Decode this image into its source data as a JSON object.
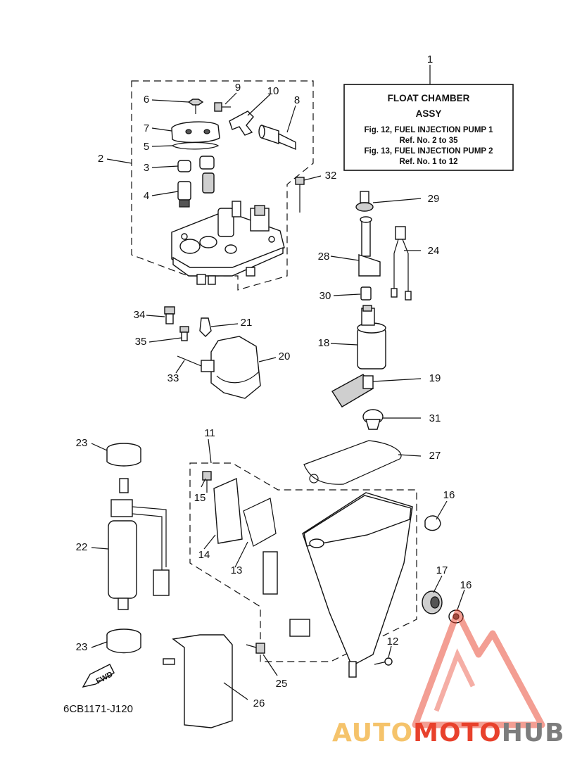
{
  "info_box": {
    "title": "FLOAT CHAMBER",
    "subtitle": "ASSY",
    "line1": "Fig. 12, FUEL INJECTION PUMP 1",
    "line2": "Ref. No. 2 to 35",
    "line3": "Fig. 13, FUEL INJECTION PUMP 2",
    "line4": "Ref. No. 1 to 12"
  },
  "callouts": {
    "c1": "1",
    "c2": "2",
    "c3": "3",
    "c4": "4",
    "c5": "5",
    "c6": "6",
    "c7": "7",
    "c8": "8",
    "c9": "9",
    "c10": "10",
    "c11": "11",
    "c12": "12",
    "c13": "13",
    "c14": "14",
    "c15": "15",
    "c16a": "16",
    "c16b": "16",
    "c17": "17",
    "c18": "18",
    "c19": "19",
    "c20": "20",
    "c21": "21",
    "c22": "22",
    "c23a": "23",
    "c23b": "23",
    "c24": "24",
    "c25": "25",
    "c26": "26",
    "c27": "27",
    "c28": "28",
    "c29": "29",
    "c30": "30",
    "c31": "31",
    "c32": "32",
    "c33": "33",
    "c34": "34",
    "c35": "35"
  },
  "fwd_label": "FWD",
  "diagram_code": "6CB1171-J120",
  "watermark": {
    "text_part1": "AUTO",
    "text_part2": "MOTO",
    "text_part3": "HUB",
    "color_light": "#f5c36b",
    "color_red": "#e8412c",
    "color_gray": "#7d7d7d"
  }
}
